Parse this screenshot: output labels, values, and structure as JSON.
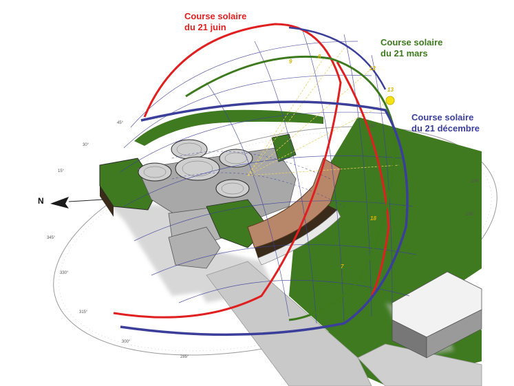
{
  "labels": {
    "june": {
      "line1": "Course solaire",
      "line2": "du 21 juin",
      "color": "#e02020"
    },
    "march": {
      "line1": "Course solaire",
      "line2": "du 21 mars",
      "color": "#3d7a1e"
    },
    "december": {
      "line1": "Course solaire",
      "line2": "du 21 décembre",
      "color": "#3b3f9a"
    }
  },
  "compass": {
    "north": "N"
  },
  "compass_degrees": [
    "45°",
    "30°",
    "15°",
    "345°",
    "330°",
    "315°",
    "300°",
    "285°",
    "195°",
    "180°",
    "150°"
  ],
  "hour_markers": [
    "12",
    "13",
    "18",
    "7",
    "8",
    "9"
  ],
  "colors": {
    "grass": "#3f7a20",
    "building_shadow": "#c8c8c8",
    "roof": "#a8a8a8",
    "wood": "#b8876a",
    "wall": "#3a2a1a",
    "sun": "#f4e214",
    "grid_blue": "#3b3f9a",
    "grid_yellow": "#e8d060"
  }
}
